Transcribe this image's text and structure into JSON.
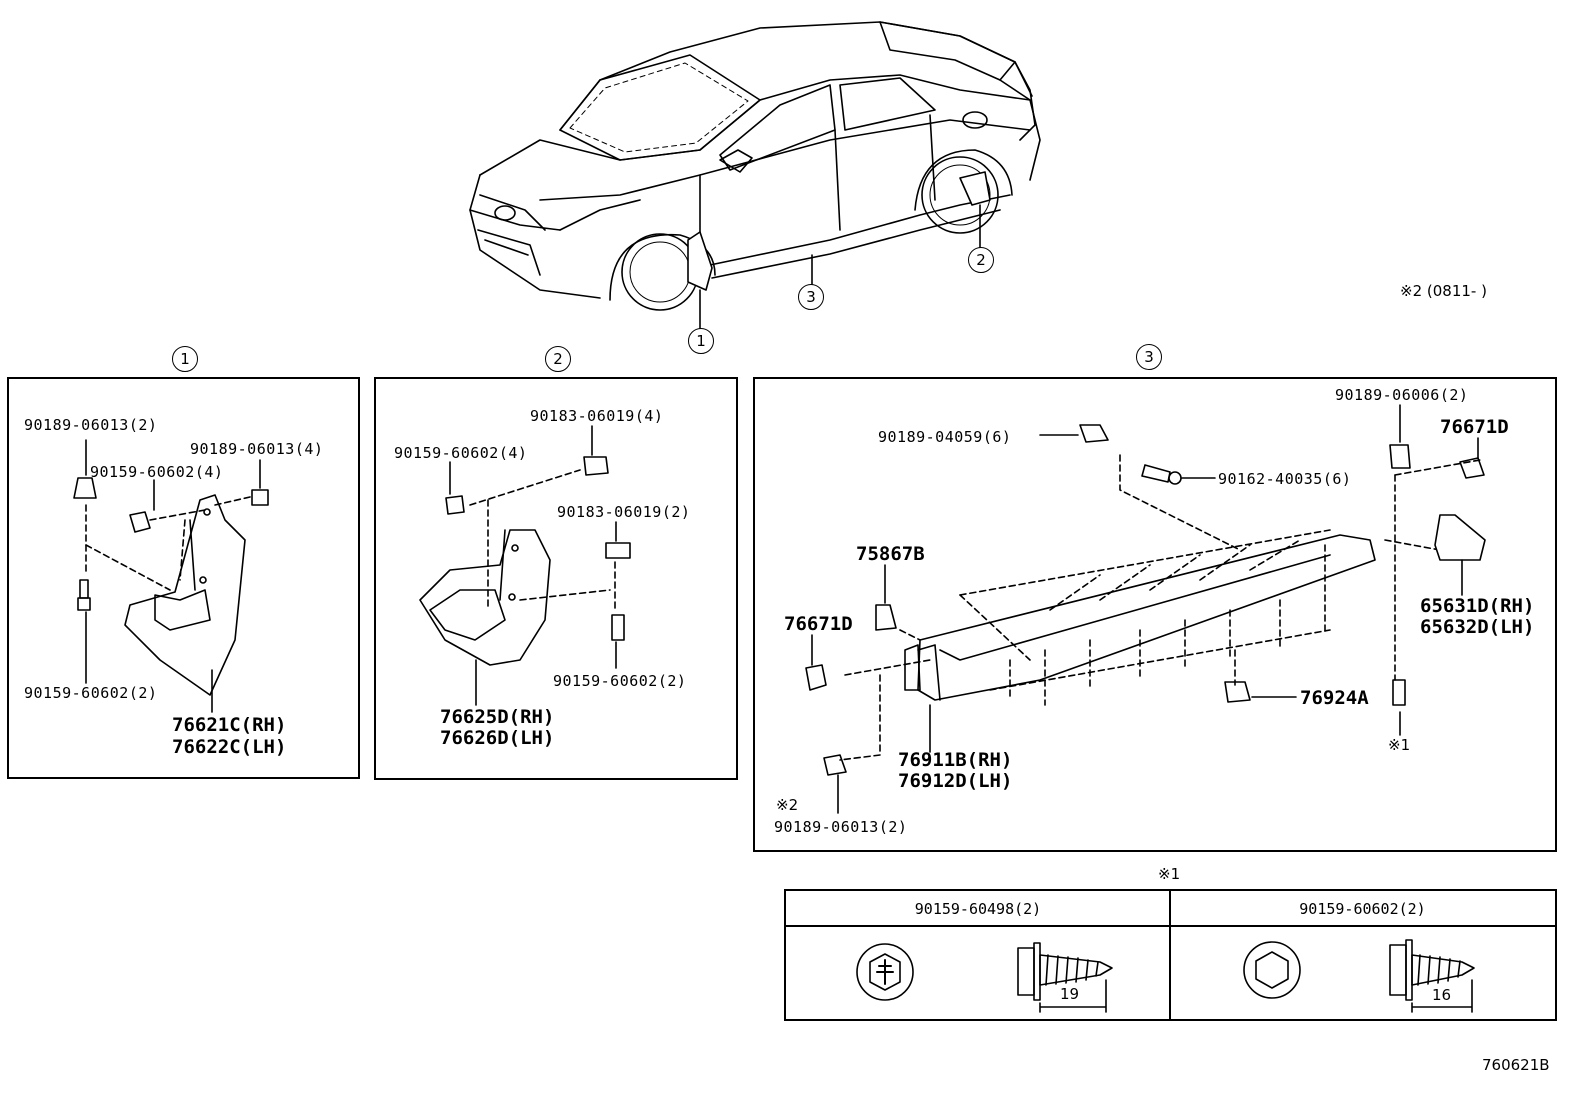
{
  "car_callouts": [
    "1",
    "3",
    "2"
  ],
  "section_headers": [
    "1",
    "2",
    "3"
  ],
  "variant_note": "※2 (0811-        )",
  "panel1": {
    "labels": [
      "90189-06013(2)",
      "90189-06013(4)",
      "90159-60602(4)",
      "90159-60602(2)"
    ],
    "part_rh": "76621C(RH)",
    "part_lh": "76622C(LH)"
  },
  "panel2": {
    "labels": [
      "90183-06019(4)",
      "90159-60602(4)",
      "90183-06019(2)",
      "90159-60602(2)"
    ],
    "part_rh": "76625D(RH)",
    "part_lh": "76626D(LH)"
  },
  "panel3": {
    "labels": [
      "90189-06006(2)",
      "90189-04059(6)",
      "90162-40035(6)",
      "90189-06013(2)"
    ],
    "parts": [
      "76671D",
      "75867B",
      "76671D",
      "65631D(RH)",
      "65632D(LH)",
      "76924A",
      "76911B(RH)",
      "76912D(LH)"
    ],
    "notes": [
      "※1",
      "※2"
    ]
  },
  "table": {
    "note": "※1",
    "columns": [
      "90159-60498(2)",
      "90159-60602(2)"
    ],
    "dims": [
      "19",
      "16"
    ]
  },
  "drawing_code": "760621B"
}
